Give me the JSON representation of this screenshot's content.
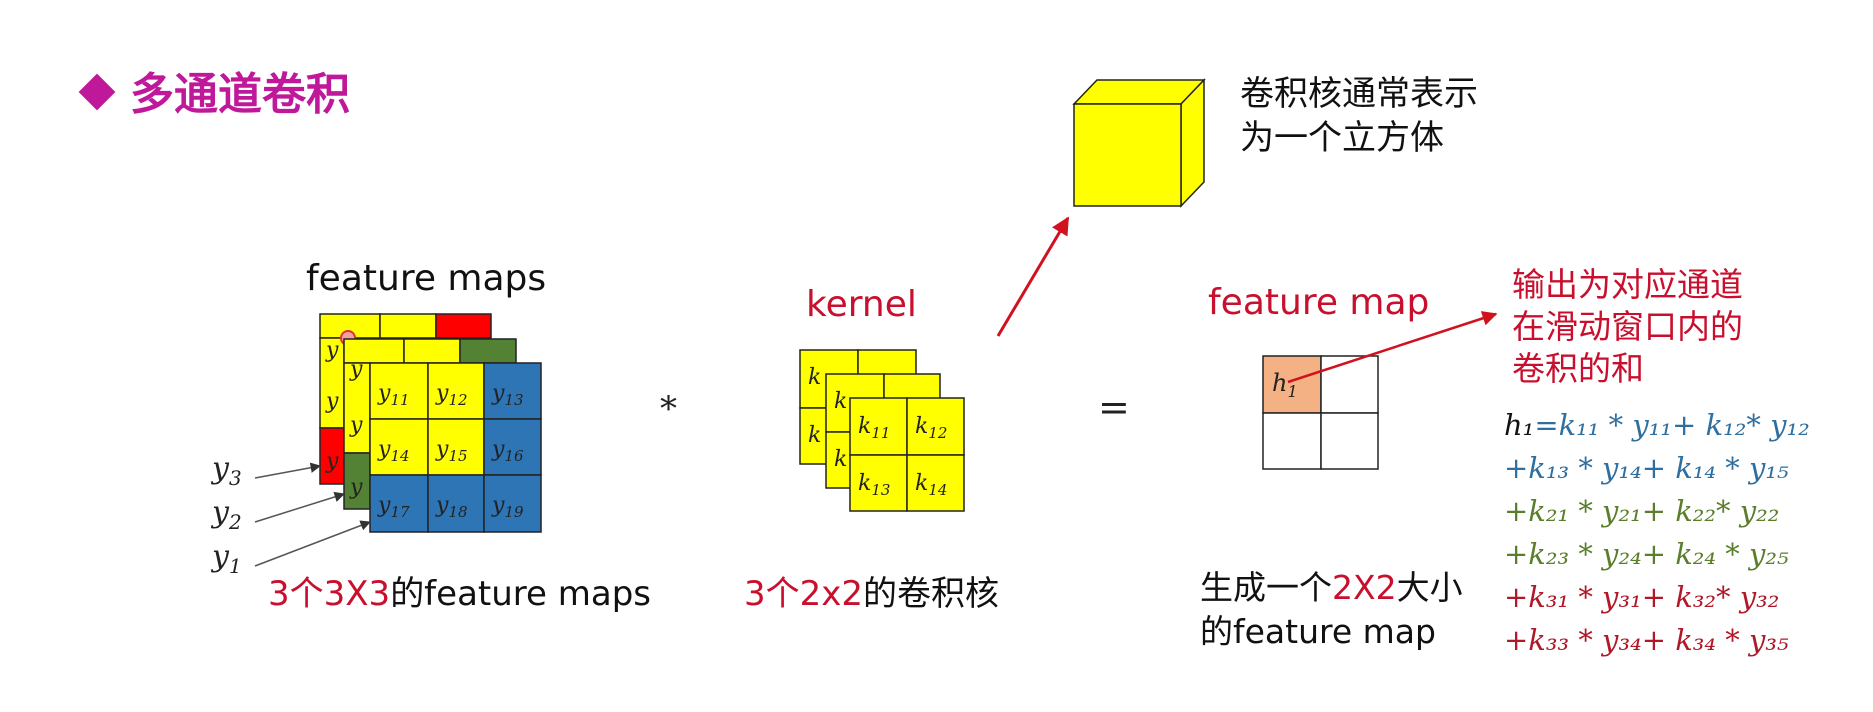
{
  "title": "多通道卷积",
  "feature_maps": {
    "label": "feature maps",
    "caption_red": "3个3X3",
    "caption_black": "的feature maps",
    "channel_labels": [
      "y",
      "3",
      "y",
      "2",
      "y",
      "1"
    ],
    "front_cells": [
      [
        "y",
        "11"
      ],
      [
        "y",
        "12"
      ],
      [
        "y",
        "13"
      ],
      [
        "y",
        "14"
      ],
      [
        "y",
        "15"
      ],
      [
        "y",
        "16"
      ],
      [
        "y",
        "17"
      ],
      [
        "y",
        "18"
      ],
      [
        "y",
        "19"
      ]
    ],
    "partial_letter": "y"
  },
  "operator_multiply": "*",
  "kernel": {
    "label": "kernel",
    "caption_red": "3个2x2",
    "caption_black": "的卷积核",
    "front_cells": [
      [
        "k",
        "11"
      ],
      [
        "k",
        "12"
      ],
      [
        "k",
        "13"
      ],
      [
        "k",
        "14"
      ]
    ],
    "partial_letter": "k"
  },
  "cube_note": [
    "卷积核通常表示",
    "为一个立方体"
  ],
  "operator_equals": "=",
  "output": {
    "label": "feature map",
    "cell": [
      "h",
      "1"
    ],
    "caption_line1_a": "生成一个",
    "caption_line1_red": "2X2",
    "caption_line1_b": "大小",
    "caption_line2": "的feature map"
  },
  "output_note": [
    "输出为对应通道",
    "在滑动窗口内的",
    "卷积的和"
  ],
  "formula": {
    "lines": [
      {
        "color": "blue",
        "text": "=k₁₁ * y₁₁+ k₁₂* y₁₂",
        "prefix": "h₁"
      },
      {
        "color": "blue",
        "text": "+k₁₃ * y₁₄+ k₁₄ * y₁₅"
      },
      {
        "color": "green",
        "text": "+k₂₁ * y₂₁+ k₂₂* y₂₂"
      },
      {
        "color": "green",
        "text": "+k₂₃ * y₂₄+ k₂₄ * y₂₅"
      },
      {
        "color": "red",
        "text": "+k₃₁ * y₃₁+ k₃₂* y₃₂"
      },
      {
        "color": "red",
        "text": "+k₃₃ * y₃₄+ k₃₄ * y₃₅"
      }
    ]
  },
  "colors": {
    "title": "#c0189a",
    "yellow": "#ffff00",
    "blue_cell": "#2e75b6",
    "green_cell": "#548235",
    "red_cell": "#ff0000",
    "orange_cell": "#f4b183",
    "accent_red": "#c8102e"
  }
}
